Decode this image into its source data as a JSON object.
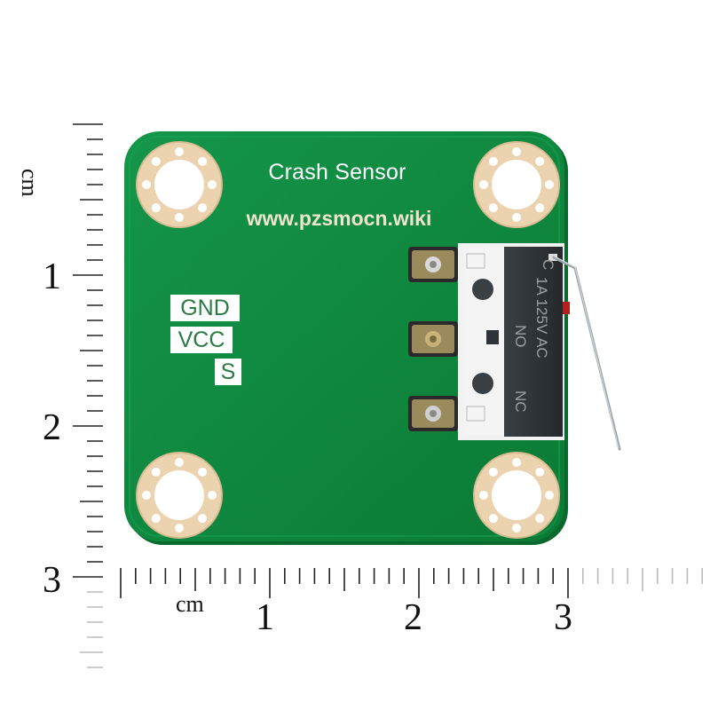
{
  "board": {
    "title": "Crash Sensor",
    "url": "www.pzsmocn.wiki",
    "pins": [
      "GND",
      "VCC",
      "S"
    ],
    "color": "#0f8a3e",
    "pad_color": "#ecd3b0"
  },
  "switch": {
    "rating": "1A 125V AC",
    "terminal_c": "C",
    "terminal_no": "NO",
    "terminal_nc": "NC",
    "body_color": "#2e3236"
  },
  "ruler": {
    "unit": "cm",
    "vertical_labels": [
      "1",
      "2",
      "3"
    ],
    "horizontal_labels": [
      "1",
      "2",
      "3"
    ]
  }
}
